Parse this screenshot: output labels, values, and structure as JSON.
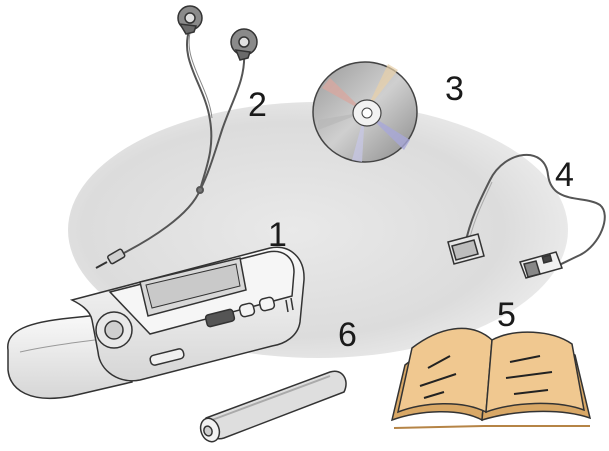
{
  "callouts": {
    "player": "1",
    "earphones": "2",
    "cd": "3",
    "usb_cable": "4",
    "manual": "5",
    "battery": "6"
  },
  "colors": {
    "backdrop": "#e2e2e2",
    "outline": "#333333",
    "book_pages": "#f0c890",
    "book_shade": "#d9a866",
    "lcd": "#d8d8d8"
  }
}
